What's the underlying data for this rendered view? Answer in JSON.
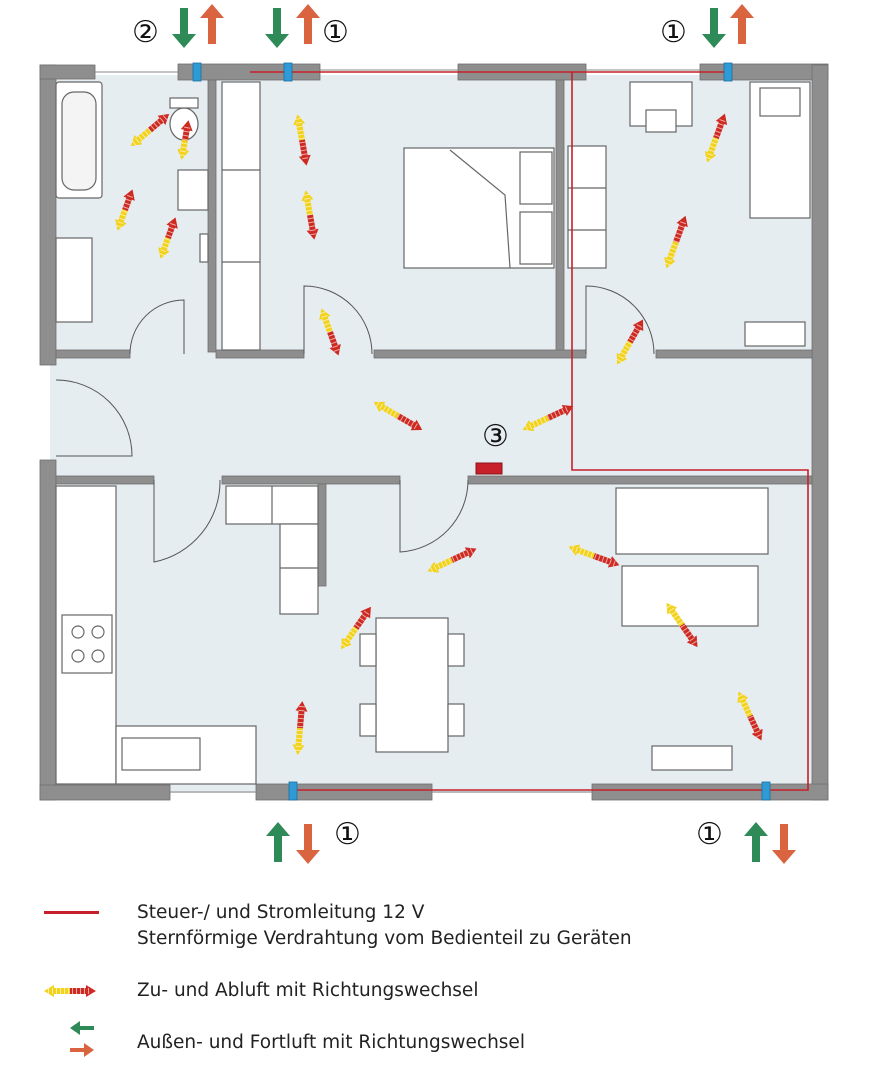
{
  "markers": {
    "fan_unit": "①",
    "fan_unit_bath": "②",
    "control_panel": "③"
  },
  "legend": {
    "wire_line1": "Steuer-/ und Stromleitung 12 V",
    "wire_line2": "Sternförmige Verdrahtung vom Bedienteil zu Geräten",
    "supply_exhaust": "Zu- und Abluft mit Richtungswechsel",
    "outdoor_exhaust": "Außen- und Fortluft mit Richtungswechsel"
  },
  "colors": {
    "wall": "#8e8e8e",
    "floor": "#e5edf1",
    "wire": "#c8202a",
    "vent": "#2e9bd6",
    "inflow": "#2e8b57",
    "outflow": "#d9643f",
    "air_yellow": "#f2d21b",
    "air_red": "#cf2a22"
  }
}
